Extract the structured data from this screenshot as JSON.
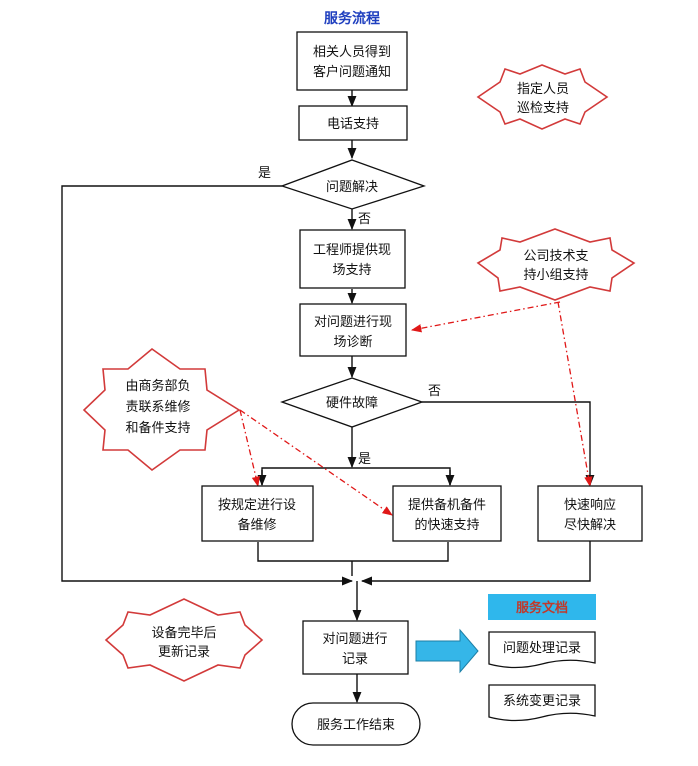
{
  "title": "服务流程",
  "nodes": {
    "notify": [
      "相关人员得到",
      "客户问题通知"
    ],
    "phone": "电话支持",
    "solved": "问题解决",
    "onsite": [
      "工程师提供现",
      "场支持"
    ],
    "diagnose": [
      "对问题进行现",
      "场诊断"
    ],
    "hardware": "硬件故障",
    "repair": [
      "按规定进行设",
      "备维修"
    ],
    "spare": [
      "提供备机备件",
      "的快速支持"
    ],
    "quick": [
      "快速响应",
      "尽快解决"
    ],
    "record": [
      "对问题进行",
      "记录"
    ],
    "end": "服务工作结束"
  },
  "labels": {
    "yes_top": "是",
    "no_solved": "否",
    "no_hardware": "否",
    "yes_hardware": "是"
  },
  "callouts": {
    "inspection": [
      "指定人员",
      "巡检支持"
    ],
    "tech_group": [
      "公司技术支",
      "持小组支持"
    ],
    "business": [
      "由商务部负",
      "责联系维修",
      "和备件支持"
    ],
    "update": [
      "设备完毕后",
      "更新记录"
    ]
  },
  "documents": {
    "title": "服务文档",
    "items": [
      "问题处理记录",
      "系统变更记录"
    ]
  },
  "colors": {
    "title_blue": "#1f3fbf",
    "callout_red": "#d23a3a",
    "dash_red": "#e01818",
    "arrow_blue": "#35b6e8",
    "doc_header_blue": "#2fb7ec"
  }
}
